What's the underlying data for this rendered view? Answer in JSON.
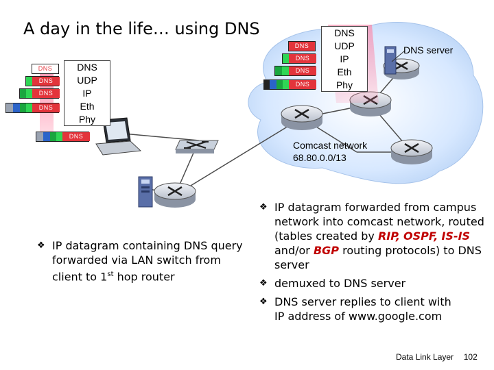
{
  "title": "A day in the life… using DNS",
  "stack_layers": [
    "DNS",
    "UDP",
    "IP",
    "Eth",
    "Phy"
  ],
  "pdu_header": "DNS",
  "dns_server_label": "DNS server",
  "network": {
    "name": "Comcast network",
    "prefix": "68.80.0.0/13"
  },
  "left_bullet": {
    "text_before_sup": "IP datagram containing DNS query forwarded via LAN switch from client to 1",
    "sup": "st",
    "text_after_sup": " hop router"
  },
  "right_bullets": [
    {
      "p1": "IP datagram forwarded from campus network into comcast network, routed (tables created by ",
      "rip": "RIP,",
      "ospf": "OSPF,",
      "isis": "IS-IS",
      "p2": " and/or ",
      "bgp": "BGP",
      "p3": " routing protocols) to DNS server"
    },
    {
      "text": "demuxed to DNS server"
    },
    {
      "text": "DNS server replies to client with IP address of www.google.com"
    }
  ],
  "footer": {
    "course": "Data Link Layer",
    "page": "102"
  }
}
